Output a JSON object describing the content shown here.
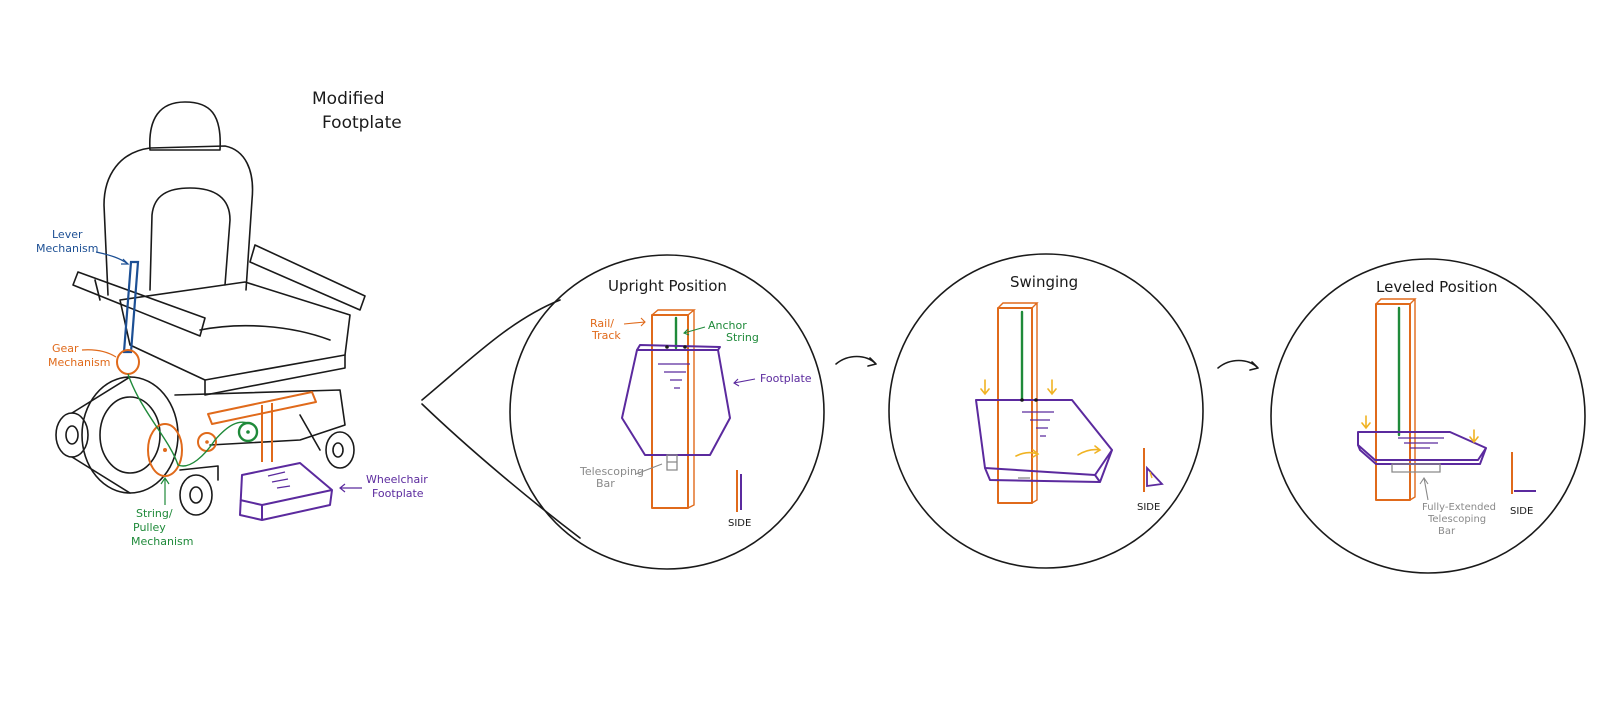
{
  "title": {
    "line1": "Modified",
    "line2": "Footplate"
  },
  "chair_labels": {
    "lever": [
      "Lever",
      "Mechanism"
    ],
    "gear": [
      "Gear",
      "Mechanism"
    ],
    "string": [
      "String/",
      "Pulley",
      "Mechanism"
    ],
    "footplate": [
      "Wheelchair",
      "Footplate"
    ]
  },
  "panels": [
    {
      "title": "Upright Position",
      "labels": {
        "rail": [
          "Rail/",
          "Track"
        ],
        "anchor": [
          "Anchor",
          "String"
        ],
        "footplate": "Footplate",
        "telescoping": [
          "Telescoping",
          "Bar"
        ]
      },
      "side": "SIDE"
    },
    {
      "title": "Swinging",
      "side": "SIDE"
    },
    {
      "title": "Leveled Position",
      "labels": {
        "extended": [
          "Fully-Extended",
          "Telescoping",
          "Bar"
        ]
      },
      "side": "SIDE"
    }
  ],
  "colors": {
    "ink": "#1a1a1a",
    "orange": "#e06a1b",
    "purple": "#5b2a9e",
    "green": "#1f8a3a",
    "blue": "#1c4f94",
    "gray": "#8a8a8a",
    "yellow": "#f0b323"
  }
}
